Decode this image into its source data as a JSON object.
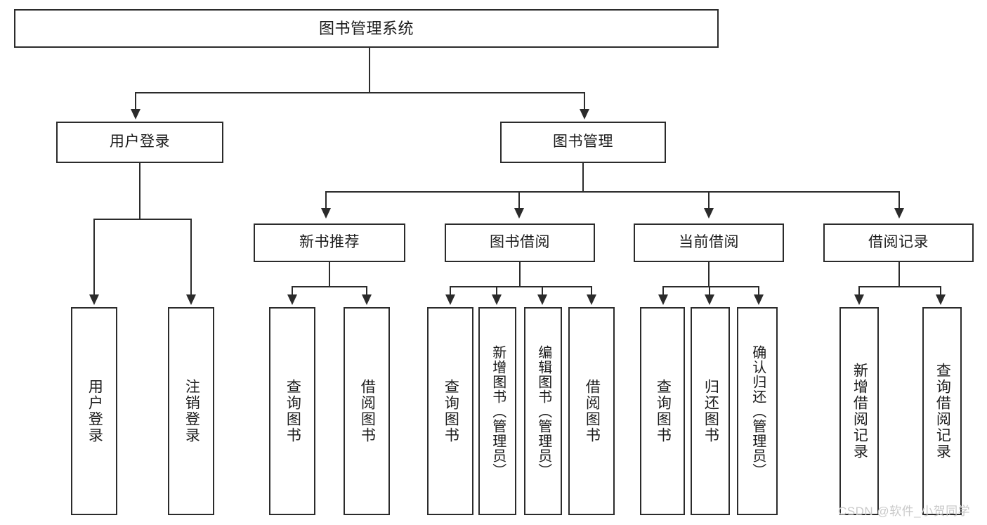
{
  "diagram": {
    "title": "图书管理系统",
    "type": "hierarchy-tree",
    "levels": 4,
    "root": {
      "id": "root",
      "label": "图书管理系统",
      "orientation": "horizontal"
    },
    "level2": [
      {
        "id": "user-login",
        "label": "用户登录",
        "orientation": "horizontal"
      },
      {
        "id": "book-manage",
        "label": "图书管理",
        "orientation": "horizontal"
      }
    ],
    "level3": [
      {
        "id": "new-book-recommend",
        "label": "新书推荐",
        "orientation": "horizontal"
      },
      {
        "id": "book-borrow",
        "label": "图书借阅",
        "orientation": "horizontal"
      },
      {
        "id": "current-borrow",
        "label": "当前借阅",
        "orientation": "horizontal"
      },
      {
        "id": "borrow-record",
        "label": "借阅记录",
        "orientation": "horizontal"
      }
    ],
    "leaves": {
      "user_login": [
        {
          "id": "leaf-user-login",
          "label": "用户登录",
          "orientation": "vertical"
        },
        {
          "id": "leaf-logout",
          "label": "注销登录",
          "orientation": "vertical"
        }
      ],
      "new_book_recommend": [
        {
          "id": "leaf-query-book-1",
          "label": "查询图书",
          "orientation": "vertical"
        },
        {
          "id": "leaf-borrow-book-1",
          "label": "借阅图书",
          "orientation": "vertical"
        }
      ],
      "book_borrow": [
        {
          "id": "leaf-query-book-2",
          "label": "查询图书",
          "orientation": "vertical"
        },
        {
          "id": "leaf-add-book",
          "label": "新增图书（管理员）",
          "orientation": "vertical"
        },
        {
          "id": "leaf-edit-book",
          "label": "编辑图书（管理员）",
          "orientation": "vertical"
        },
        {
          "id": "leaf-borrow-book-2",
          "label": "借阅图书",
          "orientation": "vertical"
        }
      ],
      "current_borrow": [
        {
          "id": "leaf-query-book-3",
          "label": "查询图书",
          "orientation": "vertical"
        },
        {
          "id": "leaf-return-book",
          "label": "归还图书",
          "orientation": "vertical"
        },
        {
          "id": "leaf-confirm-return",
          "label": "确认归还（管理员）",
          "orientation": "vertical"
        }
      ],
      "borrow_record": [
        {
          "id": "leaf-add-record",
          "label": "新增借阅记录",
          "orientation": "vertical"
        },
        {
          "id": "leaf-query-record",
          "label": "查询借阅记录",
          "orientation": "vertical"
        }
      ]
    },
    "colors": {
      "stroke": "#2b2b2b",
      "fill": "#ffffff",
      "text": "#1a1a1a",
      "watermark": "#c9c9c9"
    }
  },
  "watermark": {
    "text": "CSDN @软件_小贺同学"
  }
}
